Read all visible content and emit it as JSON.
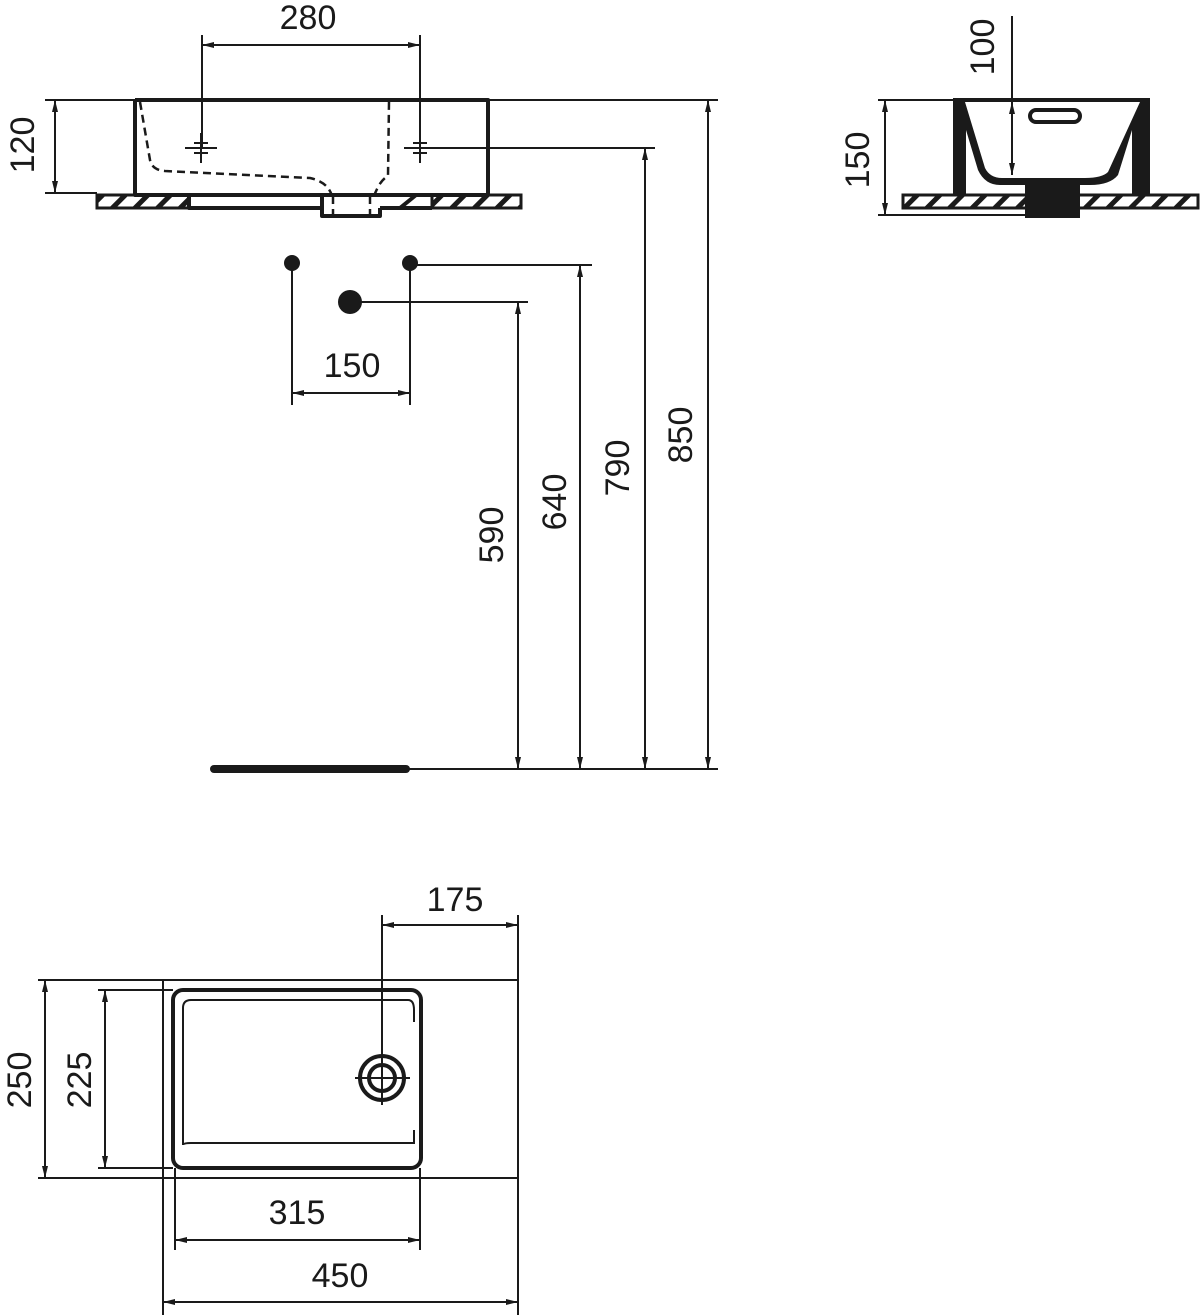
{
  "units": "mm",
  "front_view": {
    "tap_hole_spacing": "280",
    "basin_height": "120",
    "supply_spacing": "150",
    "waste_height": "590",
    "supply_height": "640",
    "tap_hole_height": "790",
    "rim_height": "850"
  },
  "side_view": {
    "total_height": "150",
    "bowl_depth": "100"
  },
  "top_view": {
    "drain_offset": "175",
    "outer_depth": "250",
    "bowl_depth": "225",
    "bowl_width": "315",
    "total_width": "450"
  }
}
